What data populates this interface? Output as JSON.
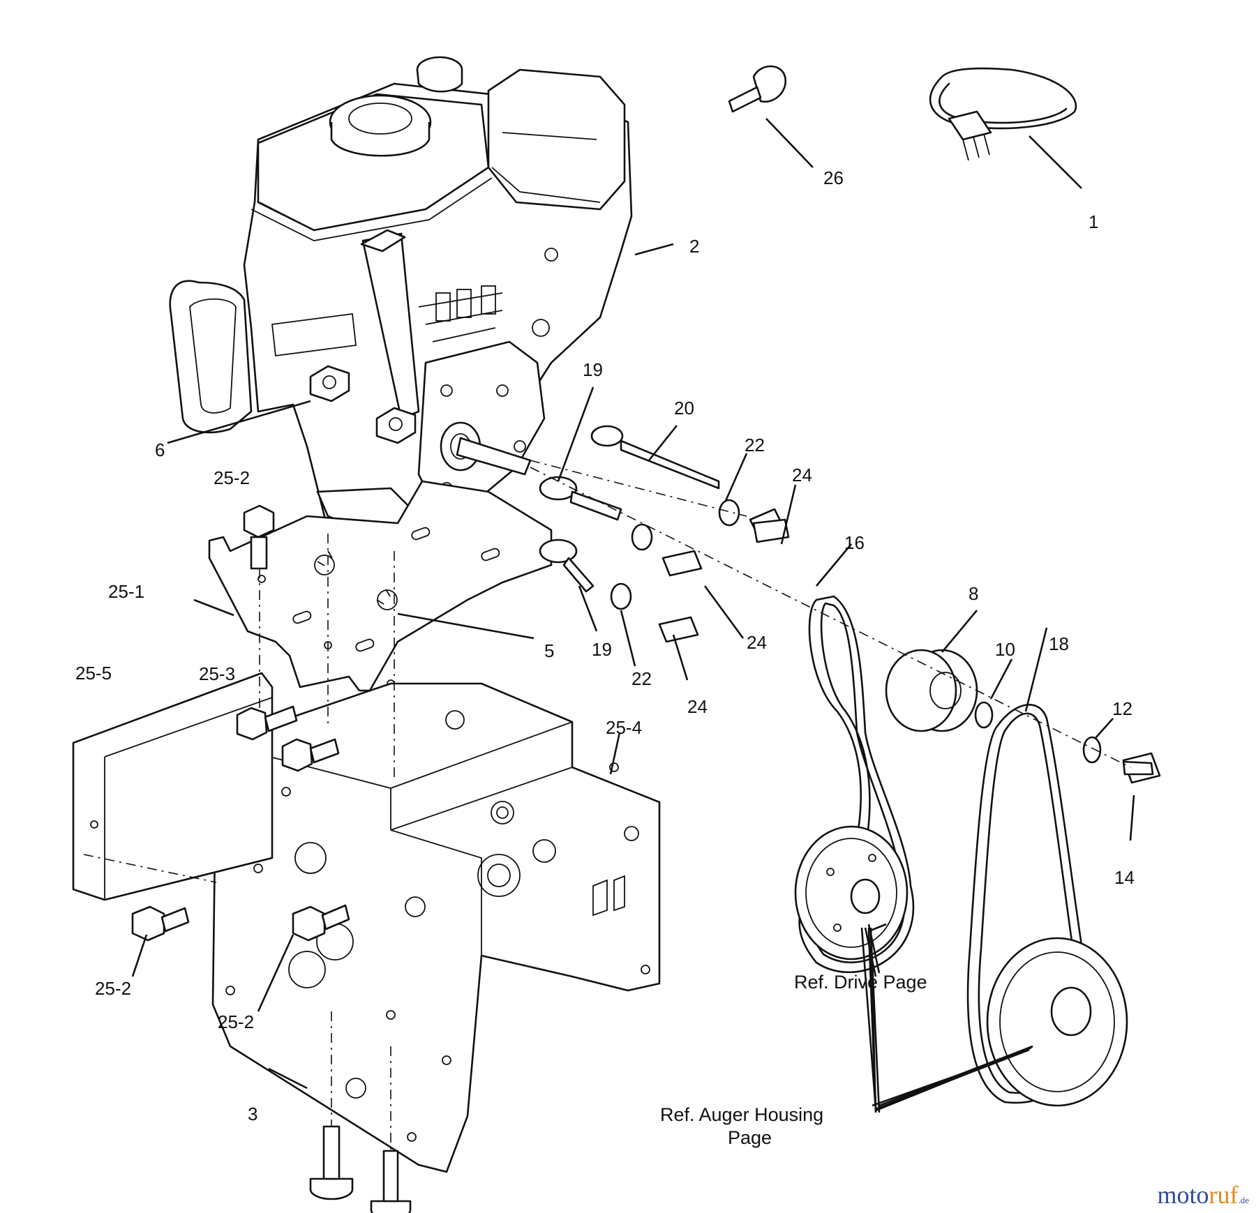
{
  "callouts": {
    "c1": "1",
    "c2": "2",
    "c3": "3",
    "c5": "5",
    "c6": "6",
    "c8": "8",
    "c10": "10",
    "c12": "12",
    "c14": "14",
    "c16": "16",
    "c18": "18",
    "c19a": "19",
    "c19b": "19",
    "c20": "20",
    "c22a": "22",
    "c22b": "22",
    "c24a": "24",
    "c24b": "24",
    "c24c": "24",
    "c26": "26",
    "c25_1": "25-1",
    "c25_2a": "25-2",
    "c25_2b": "25-2",
    "c25_2c": "25-2",
    "c25_3": "25-3",
    "c25_4": "25-4",
    "c25_5": "25-5"
  },
  "references": {
    "drive": "Ref. Drive Page",
    "auger_line1": "Ref. Auger Housing",
    "auger_line2": "Page"
  },
  "watermark": {
    "part1": "moto",
    "part2": "ruf",
    "part3": ".de"
  },
  "colors": {
    "line": "#111111",
    "watermark_blue": "#2f4a9e",
    "watermark_orange": "#e58a1c"
  }
}
